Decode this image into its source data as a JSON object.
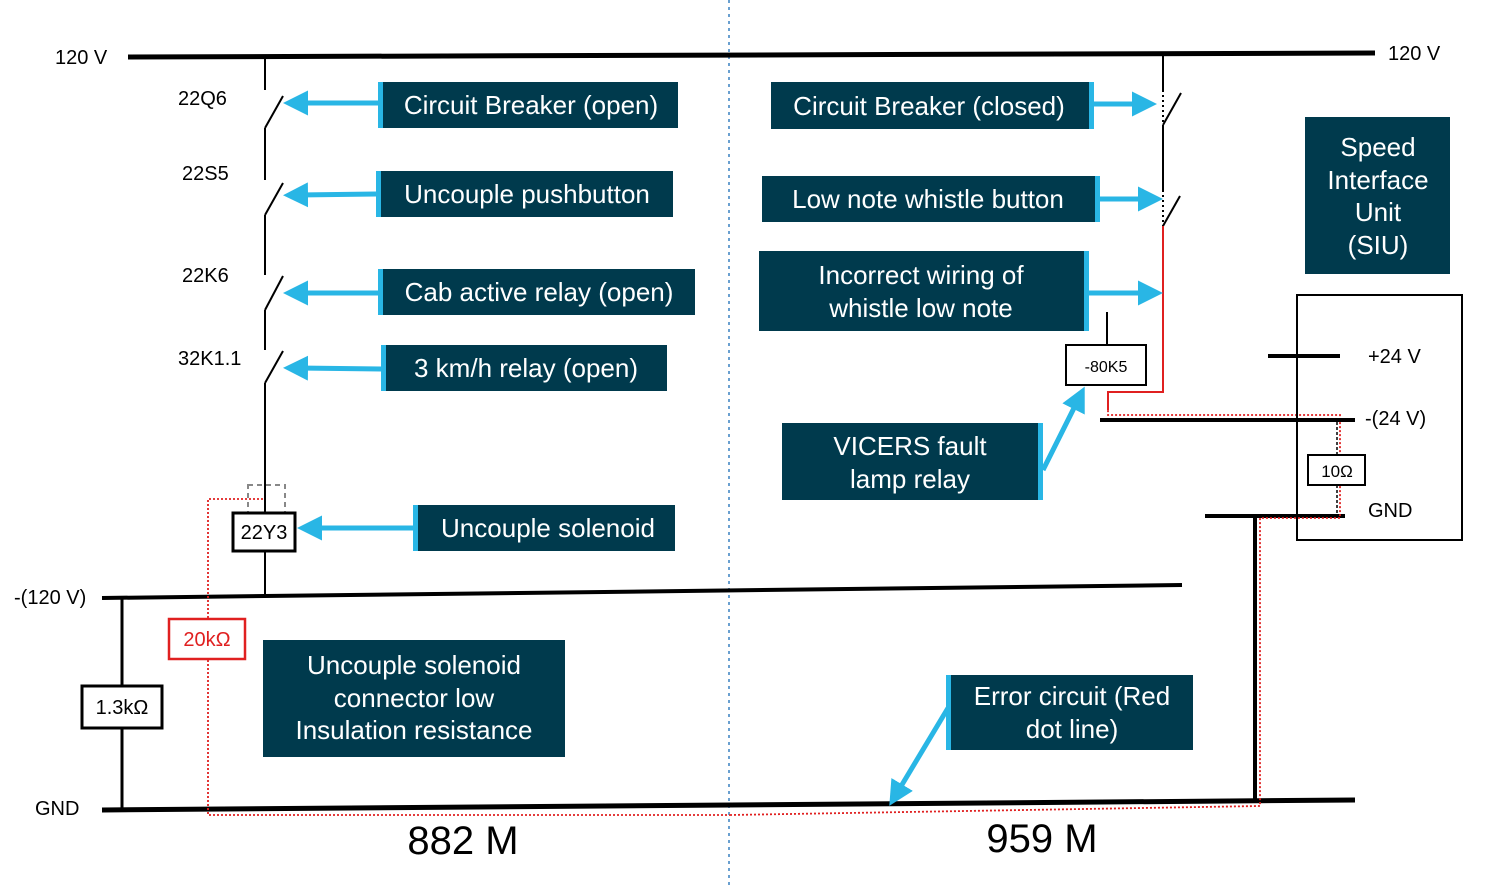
{
  "voltages": {
    "v120_left": "120 V",
    "v120_right": "120 V",
    "neg120": "-(120 V)",
    "gnd_left": "GND",
    "plus24": "+24 V",
    "neg24": "-(24 V)",
    "gnd_right": "GND"
  },
  "components": {
    "q6": "22Q6",
    "s5": "22S5",
    "k6": "22K6",
    "k1": "32K1.1",
    "y3": "22Y3",
    "r20k": "20kΩ",
    "r13k": "1.3kΩ",
    "k80": "-80K5",
    "r10": "10Ω"
  },
  "callouts": {
    "cb_open": "Circuit Breaker (open)",
    "uncouple_pb": "Uncouple pushbutton",
    "cab_relay": "Cab active relay (open)",
    "kmh_relay": "3 km/h relay (open)",
    "uncouple_sol": "Uncouple solenoid",
    "low_ins": [
      "Uncouple solenoid",
      "connector low",
      "Insulation resistance"
    ],
    "cb_closed": "Circuit Breaker (closed)",
    "whistle_btn": "Low note whistle button",
    "wiring": [
      "Incorrect wiring of",
      "whistle low note"
    ],
    "vicers": [
      "VICERS fault",
      "lamp relay"
    ],
    "siu": [
      "Speed",
      "Interface",
      "Unit",
      "(SIU)"
    ],
    "error": [
      "Error circuit (Red",
      "dot line)"
    ]
  },
  "sections": {
    "left": "882 M",
    "right": "959 M"
  },
  "colors": {
    "box": "#003a4d",
    "arrow": "#29b6e5",
    "error": "#e02020"
  }
}
